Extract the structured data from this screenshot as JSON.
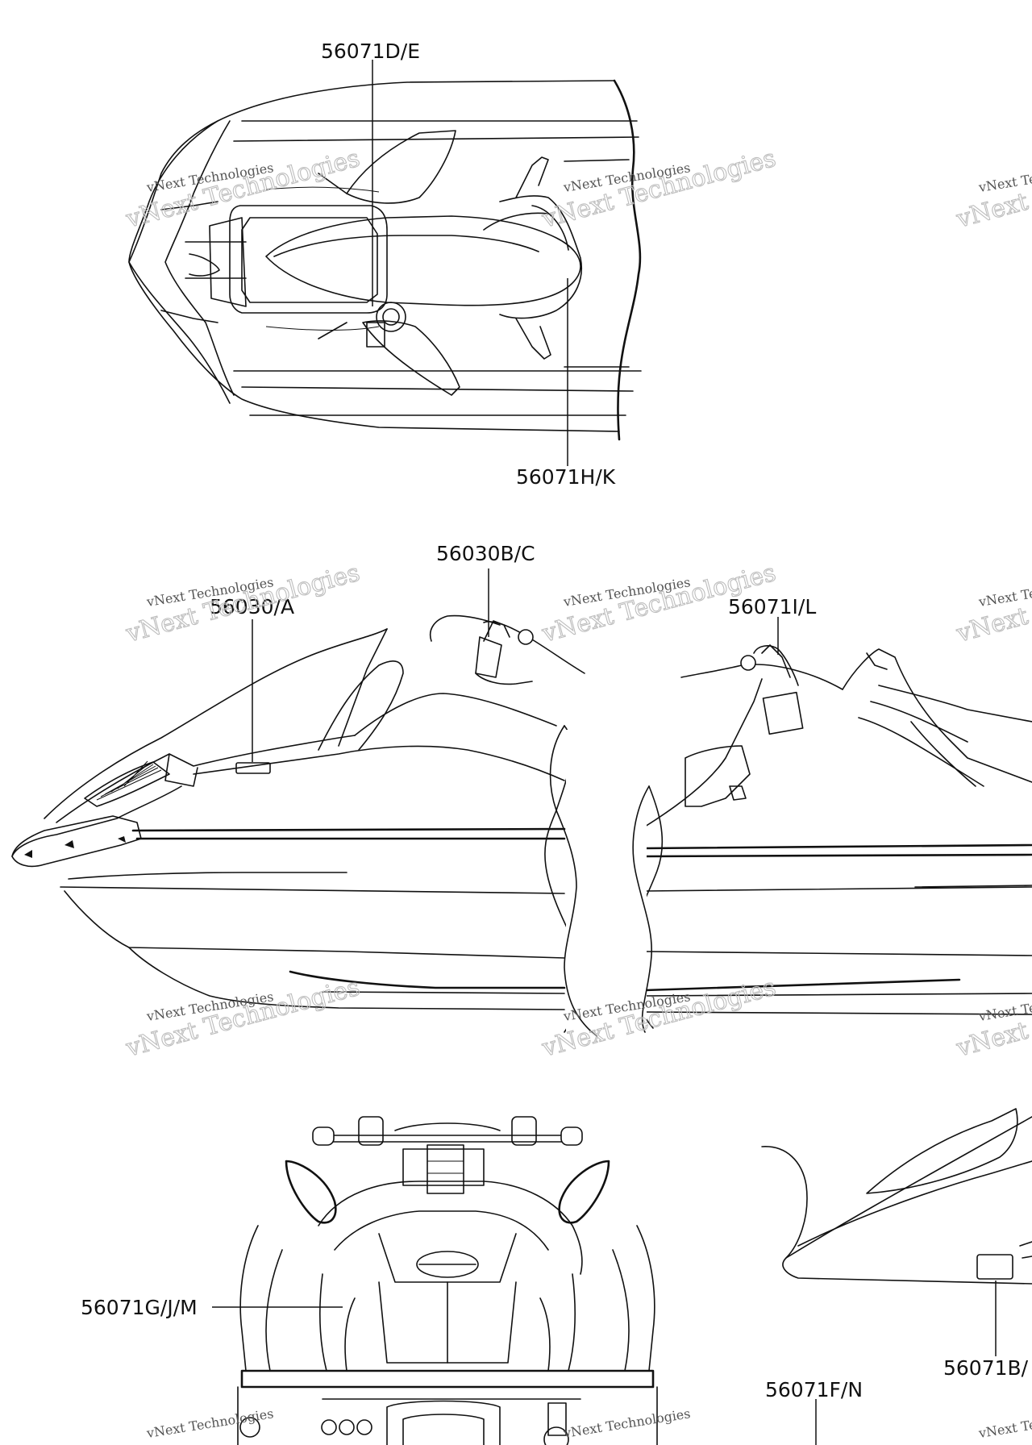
{
  "callouts": {
    "c1": "56071D/E",
    "c2": "56071H/K",
    "c3": "56030B/C",
    "c4": "56030/A",
    "c5": "56071I/L",
    "c6": "56071G/J/M",
    "c7": "56071B/",
    "c8": "56071F/N"
  },
  "watermark": {
    "line1": "vNext Technologies",
    "line2": "vNext Technologies"
  }
}
